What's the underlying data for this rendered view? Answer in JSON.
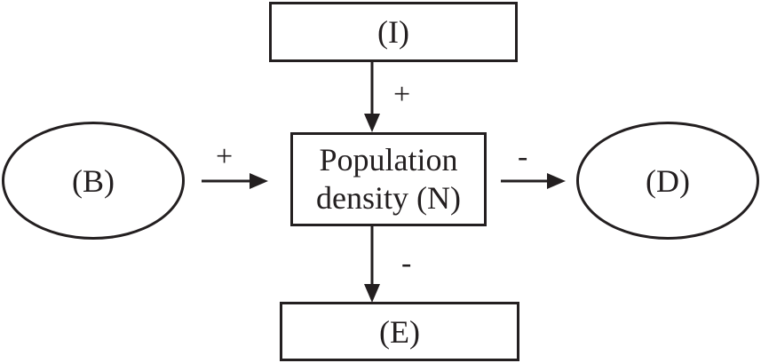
{
  "nodes": {
    "i": {
      "label": "(I)"
    },
    "n": {
      "line1": "Population",
      "line2": "density (N)"
    },
    "b": {
      "label": "(B)"
    },
    "d": {
      "label": "(D)"
    },
    "e": {
      "label": "(E)"
    }
  },
  "edges": [
    {
      "from": "I",
      "to": "N",
      "sign": "+"
    },
    {
      "from": "B",
      "to": "N",
      "sign": "+"
    },
    {
      "from": "N",
      "to": "D",
      "sign": "-"
    },
    {
      "from": "N",
      "to": "E",
      "sign": "-"
    }
  ],
  "colors": {
    "stroke": "#231f20",
    "background": "#ffffff"
  }
}
